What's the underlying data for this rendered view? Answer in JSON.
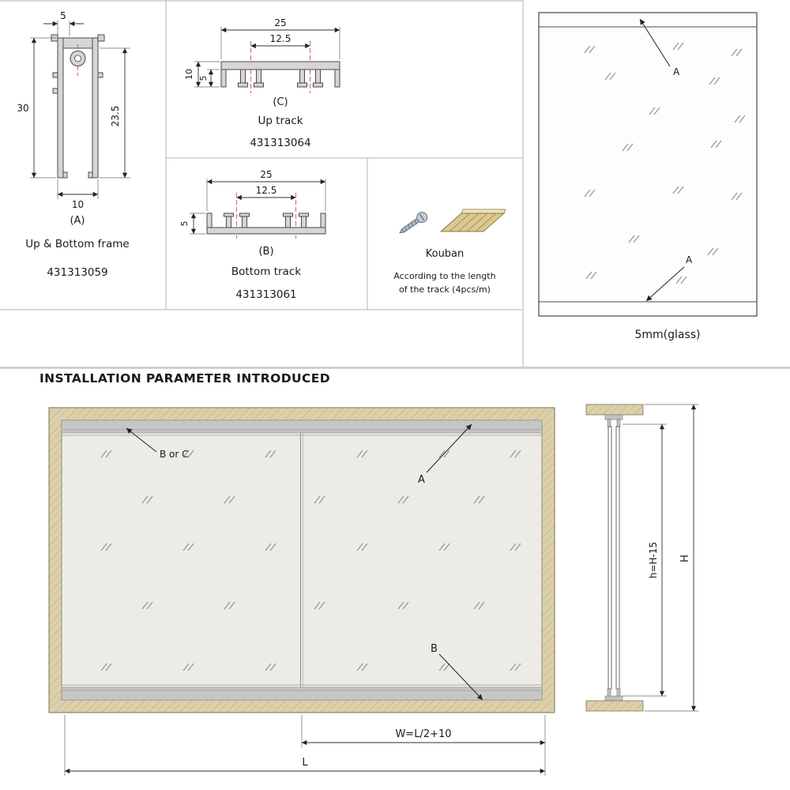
{
  "profile_a": {
    "dim_top_width": "5",
    "dim_overall_height": "30",
    "dim_inner_height": "23.5",
    "dim_bottom_width": "10",
    "label": "(A)",
    "name": "Up & Bottom frame",
    "part_number": "431313059"
  },
  "up_track": {
    "dim_width": "25",
    "dim_slot_spacing": "12.5",
    "dim_height": "10",
    "dim_slot_depth": "5",
    "label": "(C)",
    "name": "Up track",
    "part_number": "431313064"
  },
  "bottom_track": {
    "dim_width": "25",
    "dim_slot_spacing": "12.5",
    "dim_height": "5",
    "label": "(B)",
    "name": "Bottom track",
    "part_number": "431313061"
  },
  "kouban": {
    "name": "Kouban",
    "note_line1": "According to the length",
    "note_line2": "of the track (4pcs/m)"
  },
  "glass_panel": {
    "callout_top": "A",
    "callout_bottom": "A",
    "caption": "5mm(glass)"
  },
  "installation": {
    "section_title": "INSTALLATION PARAMETER INTRODUCED",
    "callout_top_track": "B or C",
    "callout_frame": "A",
    "callout_bottom_track": "B",
    "dim_panel_width": "W=L/2+10",
    "dim_total_length": "L"
  },
  "section_view": {
    "dim_door_height": "h=H-15",
    "dim_total_height": "H"
  }
}
